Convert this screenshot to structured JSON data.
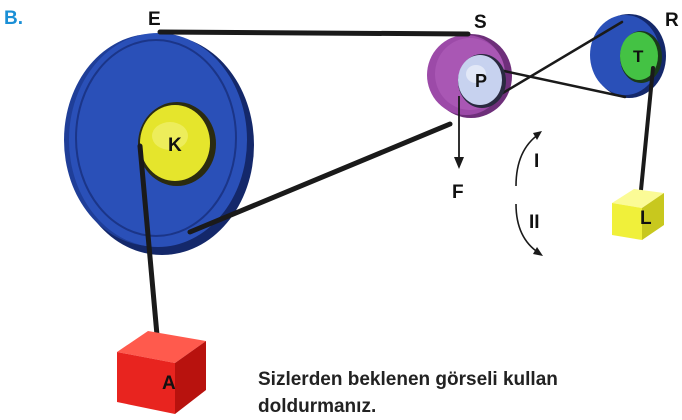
{
  "section_label": "B.",
  "pulleys": {
    "E": "E",
    "K": "K",
    "S": "S",
    "P": "P",
    "R": "R",
    "T": "T"
  },
  "masses": {
    "A": "A",
    "L": "L"
  },
  "force": {
    "label": "F"
  },
  "rotation": {
    "I": "I",
    "II": "II"
  },
  "caption": {
    "line1": "Sizlerden beklenen görseli kullan",
    "line2": "doldurmanız."
  },
  "colors": {
    "section_label": "#1a8fd6",
    "large_pulley": "#2a4fb5",
    "inner_yellow": "#e6e62a",
    "pulley_s": "#9b4aa6",
    "pulley_p": "#c9d3ee",
    "pulley_r": "#2a4fb5",
    "pulley_t": "#3fbf3f",
    "mass_a": "#e8241f",
    "mass_l": "#f0f03a"
  }
}
